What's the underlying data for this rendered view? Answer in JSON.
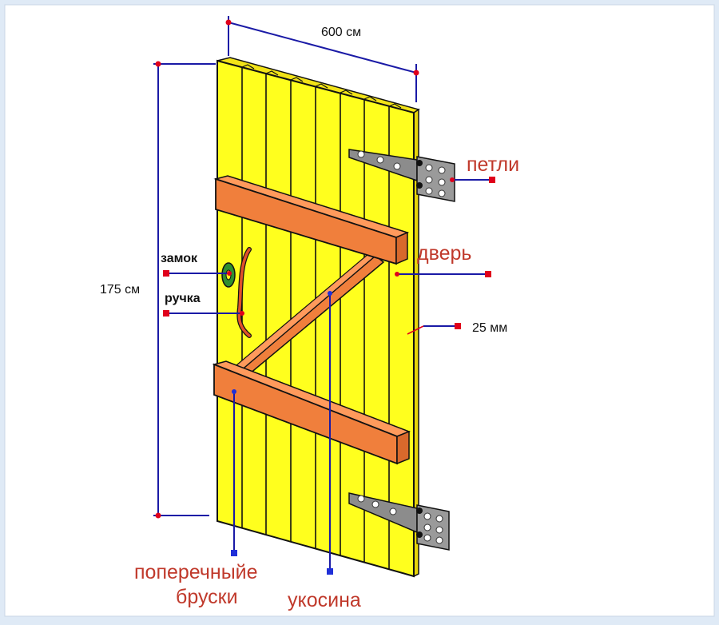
{
  "labels": {
    "width": "600 см",
    "height": "175 см",
    "thickness": "25 мм",
    "hinges": "петли",
    "door": "дверь",
    "lock": "замок",
    "handle": "ручка",
    "crossbars_line1": "поперечныйе",
    "crossbars_line2": "бруски",
    "brace": "укосина"
  },
  "colors": {
    "background": "#dfeaf6",
    "panel": "#ffffff",
    "board": "#ffff1e",
    "board_side": "#e6d40a",
    "plank_line": "#111111",
    "batten": "#f07f3c",
    "batten_top": "#ff9a5c",
    "hinge": "#8c8c8c",
    "red_label": "#c0392b",
    "dimension_line": "#1a1aa6",
    "marker_red": "#e0001b",
    "marker_blue": "#1f2fd8"
  }
}
